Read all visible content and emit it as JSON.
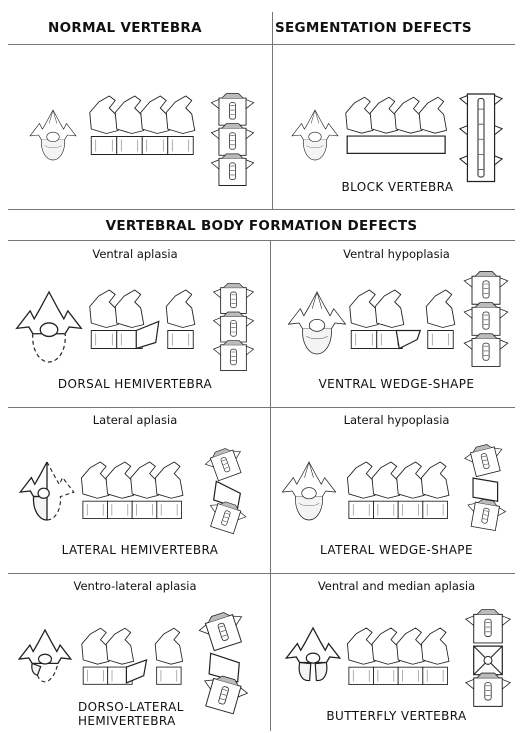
{
  "panels": {
    "normal": {
      "title": "NORMAL VERTEBRA"
    },
    "segmentation": {
      "title": "SEGMENTATION DEFECTS",
      "caption": "BLOCK VERTEBRA"
    },
    "formation_title": "VERTEBRAL BODY FORMATION DEFECTS",
    "ventral_aplasia": {
      "title": "Ventral aplasia",
      "caption": "DORSAL HEMIVERTEBRA"
    },
    "ventral_hypoplasia": {
      "title": "Ventral hypoplasia",
      "caption": "VENTRAL WEDGE-SHAPE"
    },
    "lateral_aplasia": {
      "title": "Lateral aplasia",
      "caption": "LATERAL HEMIVERTEBRA"
    },
    "lateral_hypoplasia": {
      "title": "Lateral hypoplasia",
      "caption": "LATERAL WEDGE-SHAPE"
    },
    "ventrolateral_aplasia": {
      "title": "Ventro-lateral aplasia",
      "caption_line1": "DORSO-LATERAL",
      "caption_line2": "HEMIVERTEBRA"
    },
    "ventral_median_aplasia": {
      "title": "Ventral and median aplasia",
      "caption": "BUTTERFLY VERTEBRA"
    }
  }
}
